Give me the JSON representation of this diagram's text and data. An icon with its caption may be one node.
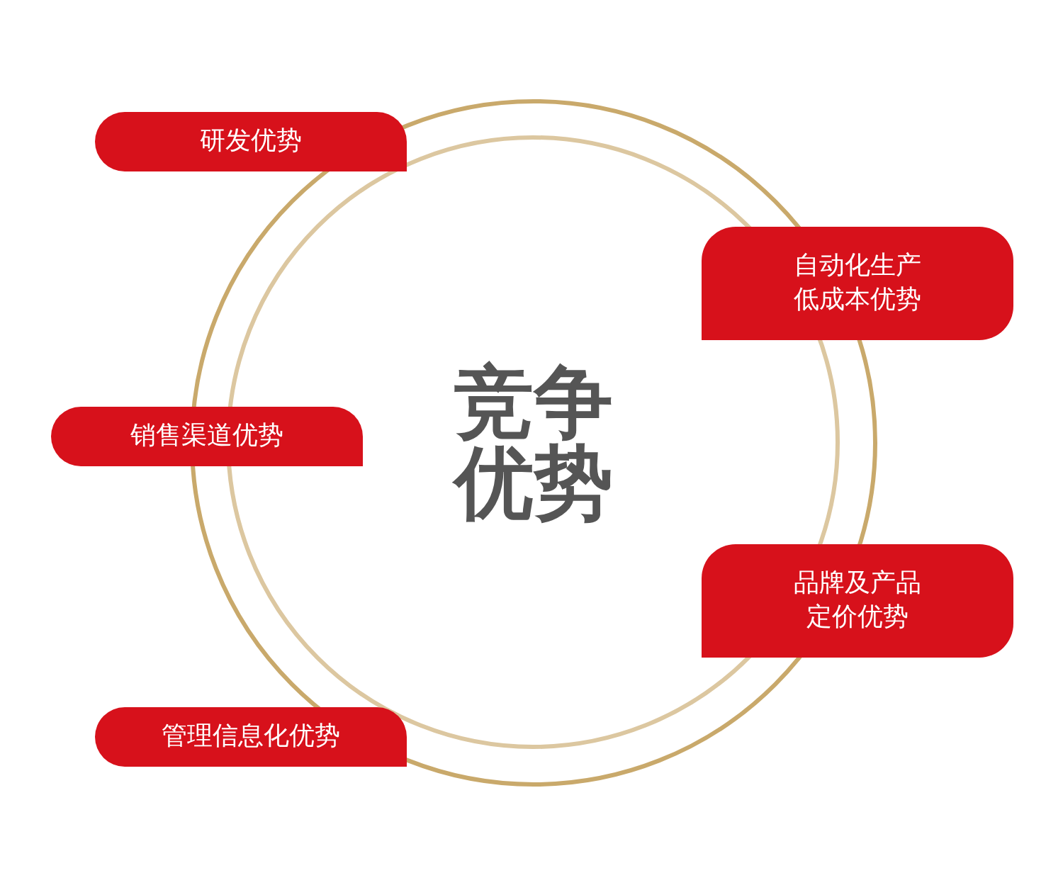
{
  "diagram": {
    "nodes": [
      {
        "text": [
          "竞争优势"
        ]
      },
      {
        "text": [
          "研发优势"
        ]
      },
      {
        "text": [
          "自动化生产低成本优势"
        ]
      },
      {
        "text": [
          "销售渠道优势"
        ]
      },
      {
        "text": [
          "品牌及产品定价优势"
        ]
      },
      {
        "text": [
          "管理信息化优势"
        ]
      }
    ]
  }
}
